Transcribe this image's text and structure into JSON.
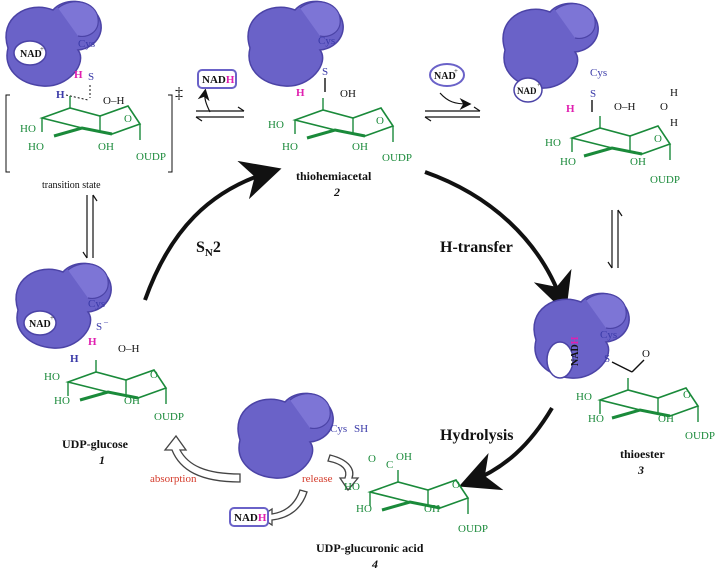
{
  "colors": {
    "enzyme": "#6a62c8",
    "enzyme_dark": "#4b43a6",
    "sugar": "#1a8a3a",
    "hydride": "#e020b0",
    "text_red": "#d43a2a",
    "cys": "#3a3aa8"
  },
  "icons": [
    "enzyme-shape",
    "cycle-arrow",
    "equilibrium-arrow"
  ],
  "labels": {
    "transition_state": "transition state",
    "double_dagger": "‡",
    "thiohemiacetal": "thiohemiacetal",
    "thiohemiacetal_num": "2",
    "thioester": "thioester",
    "thioester_num": "3",
    "udp_glucose": "UDP-glucose",
    "udp_glucose_num": "1",
    "udp_glucuronic": "UDP-glucuronic acid",
    "udp_glucuronic_num": "4",
    "sn2_main": "S",
    "sn2_sub": "N",
    "sn2_end": "2",
    "h_transfer": "H-transfer",
    "hydrolysis": "Hydrolysis",
    "absorption": "absorption",
    "release": "release"
  },
  "chem": {
    "cys": "Cys",
    "s": "S",
    "sh": "SH",
    "s_minus": "S",
    "minus": "–",
    "h": "H",
    "oh": "OH",
    "ho": "HO",
    "o_h": "O–H",
    "o": "O",
    "c": "C",
    "oudp": "OUDP",
    "nadh_nad": "NAD",
    "nadh_h": "H",
    "nad_plus": "NAD",
    "plus": "+",
    "water_h": "H",
    "water_o": "O"
  }
}
